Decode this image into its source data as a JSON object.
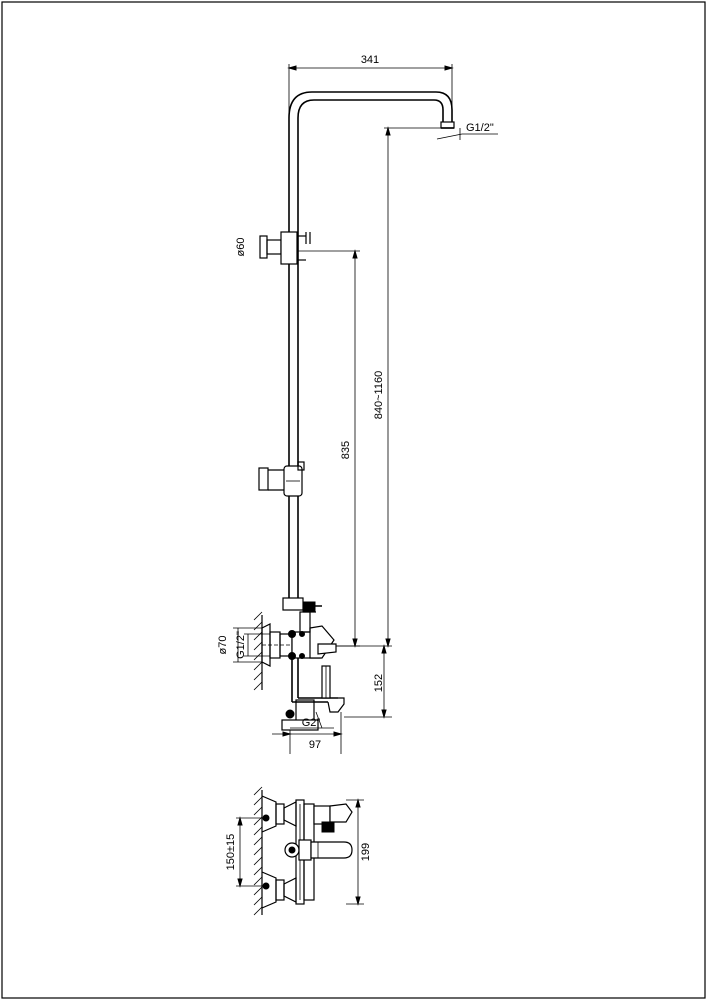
{
  "drawing": {
    "colors": {
      "line": "#000000",
      "background": "#ffffff"
    },
    "dimensions": {
      "head_arm_width": "341",
      "head_thread": "G1/2\"",
      "holder_diameter": "ø60",
      "rail_height": "835",
      "adjustable_height": "840~1160",
      "escutcheon_diameter": "ø70",
      "inlet_thread": "G1/2\"",
      "spout_drop": "152",
      "outlet_thread": "G2\"",
      "spout_reach": "97",
      "inlet_centres": "150±15",
      "mixer_depth": "199"
    }
  }
}
